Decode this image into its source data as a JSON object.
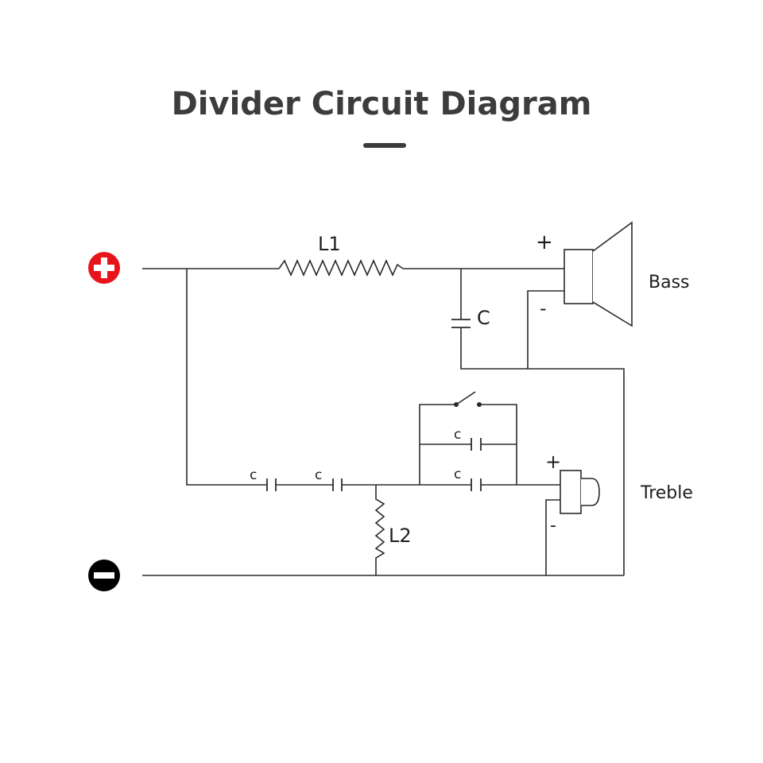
{
  "title": "Divider Circuit Diagram",
  "colors": {
    "title": "#3c3c3c",
    "positive_terminal": "#e8141c",
    "negative_terminal": "#000000",
    "wire": "#2b2b2b"
  },
  "icons": {
    "positive": "plus-circle-icon",
    "negative": "minus-circle-icon",
    "bass_speaker": "speaker-icon",
    "treble_speaker": "tweeter-icon"
  },
  "labels": {
    "l1": "L1",
    "l2": "L2",
    "c_main": "C",
    "c_series_1": "c",
    "c_series_2": "c",
    "c_parallel_1": "c",
    "c_parallel_2": "c",
    "bass_plus": "+",
    "bass_minus": "-",
    "treble_plus": "+",
    "treble_minus": "-",
    "bass": "Bass",
    "treble": "Treble"
  }
}
